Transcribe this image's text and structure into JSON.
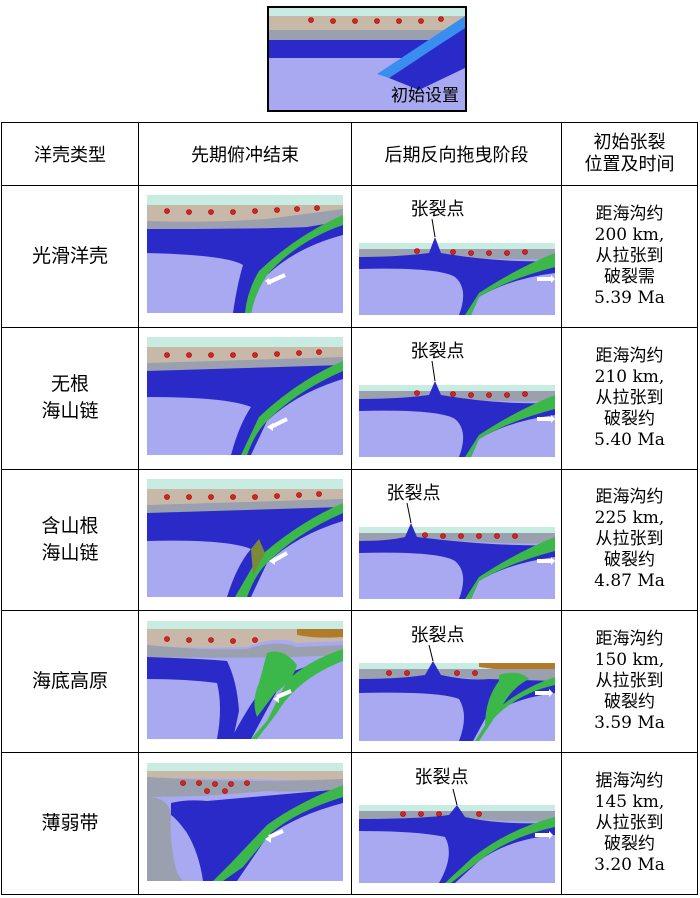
{
  "initial_panel": {
    "caption": "初始设置"
  },
  "table": {
    "headers": [
      "洋壳类型",
      "先期俯冲结束",
      "后期反向拖曳阶段",
      "初始张裂位置及时间"
    ],
    "rows": [
      {
        "type_lines": [
          "光滑洋壳"
        ],
        "crack_label": "张裂点",
        "desc_lines": [
          "距海沟约",
          "200 km,",
          "从拉张到",
          "破裂需",
          "5.39 Ma"
        ]
      },
      {
        "type_lines": [
          "无根",
          "海山链"
        ],
        "crack_label": "张裂点",
        "desc_lines": [
          "距海沟约",
          "210 km,",
          "从拉张到",
          "破裂约",
          "5.40 Ma"
        ]
      },
      {
        "type_lines": [
          "含山根",
          "海山链"
        ],
        "crack_label": "张裂点",
        "desc_lines": [
          "距海沟约",
          "225 km,",
          "从拉张到",
          "破裂约",
          "4.87 Ma"
        ]
      },
      {
        "type_lines": [
          "海底高原"
        ],
        "crack_label": "张裂点",
        "desc_lines": [
          "距海沟约",
          "150 km,",
          "从拉张到",
          "破裂约",
          "3.59 Ma"
        ]
      },
      {
        "type_lines": [
          "薄弱带"
        ],
        "crack_label": "张裂点",
        "desc_lines": [
          "据海沟约",
          "145 km,",
          "从拉张到",
          "破裂约",
          "3.20 Ma"
        ]
      }
    ]
  },
  "colors": {
    "mantle": "#a9a9f2",
    "lithosphere": "#2a2ac8",
    "crust_gray": "#9aa0ae",
    "crust_tan": "#c8b8a8",
    "sea": "#c9ece2",
    "green_crust": "#3cb84a",
    "marker_red": "#e0201e"
  }
}
